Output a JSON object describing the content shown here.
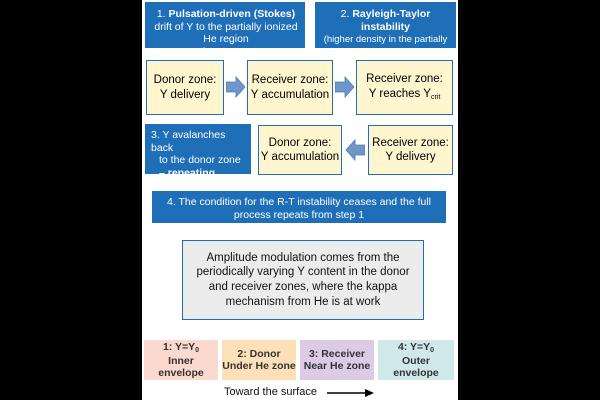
{
  "step1": {
    "prefix": "1. ",
    "bold_part": "Pulsation-driven (Stokes)",
    "tail": " drift of Y to the partially ionized He region",
    "bold_line": "– continuous process"
  },
  "step2": {
    "prefix": "2. ",
    "bold_part": "Rayleigh-Taylor instability",
    "detail": "(higher density in the partially ionized He region)"
  },
  "step3": {
    "line1": "3. Y avalanches back",
    "line2": "to the donor zone",
    "bold_line": "– repeating process"
  },
  "step4": {
    "text": "4. The condition for the R-T instability ceases and the full process repeats from step 1"
  },
  "row1": [
    {
      "line1": "Donor zone:",
      "line2": "Y delivery"
    },
    {
      "line1": "Receiver zone:",
      "line2": "Y accumulation"
    },
    {
      "line1": "Receiver zone:",
      "line2_main": "Y reaches Y",
      "line2_sub": "crit"
    }
  ],
  "row2": [
    {
      "line1": "Donor zone:",
      "line2": "Y accumulation"
    },
    {
      "line1": "Receiver zone:",
      "line2": "Y delivery"
    }
  ],
  "summary": {
    "text": "Amplitude modulation comes from the periodically varying Y content in the donor and receiver zones, where the kappa mechanism from He is at work"
  },
  "zones": [
    {
      "line1_main": "1: Y=Y",
      "line1_sub": "0",
      "line2": "Inner",
      "line3": "envelope",
      "color": "#fbd9cf"
    },
    {
      "line1_main": "2: Donor",
      "line1_sub": "",
      "line2": "Under He zone",
      "line3": "",
      "color": "#fde0b8"
    },
    {
      "line1_main": "3: Receiver",
      "line1_sub": "",
      "line2": "Near He zone",
      "line3": "",
      "color": "#dccbe7"
    },
    {
      "line1_main": "4: Y=Y",
      "line1_sub": "0",
      "line2": "Outer",
      "line3": "envelope",
      "color": "#cfe9ea"
    }
  ],
  "footer": {
    "label": "Toward the surface"
  },
  "colors": {
    "blue": "#1f6fb8",
    "yellow": "#fff6cf",
    "arrow": "#6e96c7",
    "gray": "#ececec"
  }
}
